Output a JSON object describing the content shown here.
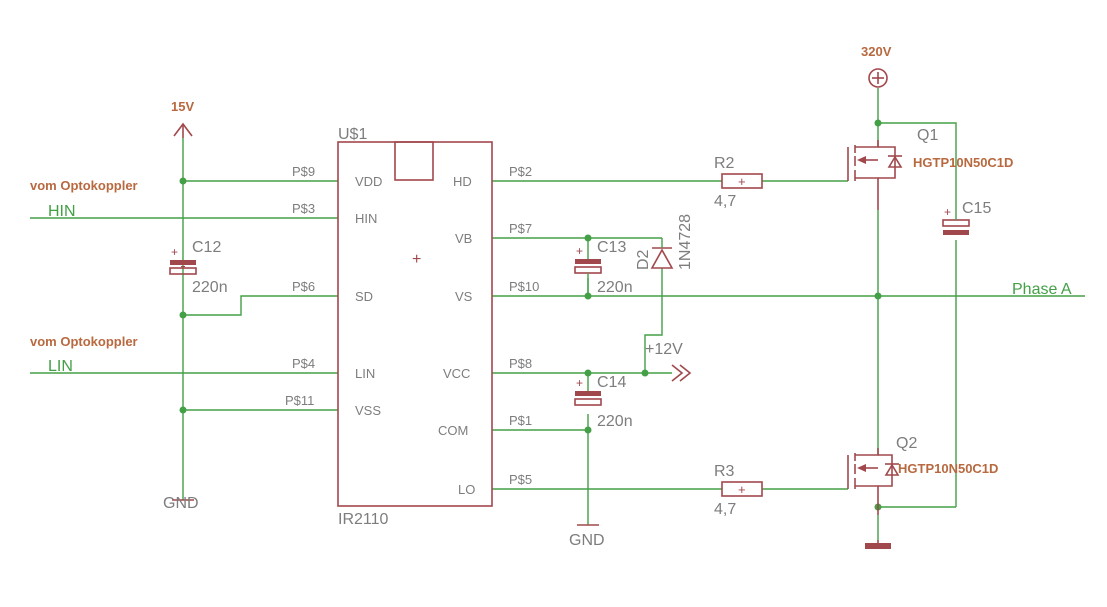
{
  "ic": {
    "name": "U$1",
    "value": "IR2110",
    "pins_left": [
      {
        "pad": "P$9",
        "name": "VDD"
      },
      {
        "pad": "P$3",
        "name": "HIN"
      },
      {
        "pad": "P$6",
        "name": "SD"
      },
      {
        "pad": "P$4",
        "name": "LIN"
      },
      {
        "pad": "P$11",
        "name": "VSS"
      }
    ],
    "pins_right": [
      {
        "pad": "P$2",
        "name": "HD"
      },
      {
        "pad": "P$7",
        "name": "VB"
      },
      {
        "pad": "P$10",
        "name": "VS"
      },
      {
        "pad": "P$8",
        "name": "VCC"
      },
      {
        "pad": "P$1",
        "name": "COM"
      },
      {
        "pad": "P$5",
        "name": "LO"
      }
    ]
  },
  "supplies": {
    "v15": "15V",
    "v320": "320V",
    "v12": "+12V",
    "gnd1": "GND",
    "gnd2": "GND"
  },
  "nets": {
    "hin": "HIN",
    "lin": "LIN",
    "phase": "Phase A"
  },
  "notes": {
    "opto1": "vom Optokoppler",
    "opto2": "vom Optokoppler"
  },
  "capacitors": {
    "c12": {
      "name": "C12",
      "value": "220n"
    },
    "c13": {
      "name": "C13",
      "value": "220n"
    },
    "c14": {
      "name": "C14",
      "value": "220n"
    },
    "c15": {
      "name": "C15"
    }
  },
  "resistors": {
    "r2": {
      "name": "R2",
      "value": "4,7"
    },
    "r3": {
      "name": "R3",
      "value": "4,7"
    }
  },
  "diode": {
    "name": "D2",
    "value": "1N4728"
  },
  "transistors": {
    "q1": {
      "name": "Q1",
      "part": "HGTP10N50C1D"
    },
    "q2": {
      "name": "Q2",
      "part": "HGTP10N50C1D"
    }
  },
  "colors": {
    "wire": "#43a047",
    "part": "#a1484c",
    "text": "#7d7d7d",
    "note": "#b8693f"
  }
}
